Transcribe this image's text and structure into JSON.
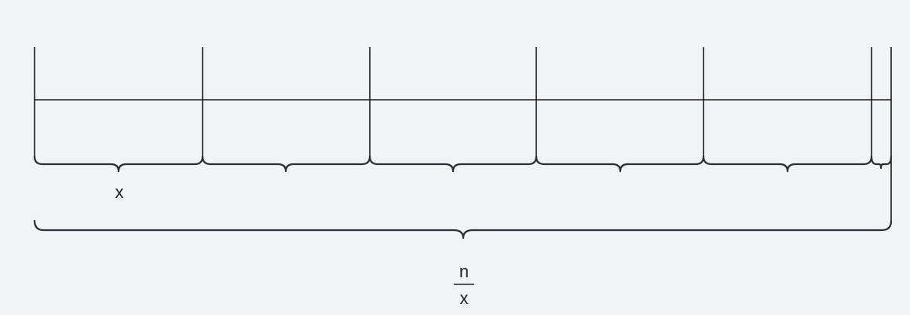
{
  "segment_label": "x",
  "total_label": {
    "numerator": "n",
    "denominator": "x"
  },
  "segments": {
    "full_count": 5,
    "has_remainder": true
  },
  "colors": {
    "background": "#f2f3f5",
    "lines": "#1a1a1a",
    "braces": "#2b2f38"
  }
}
